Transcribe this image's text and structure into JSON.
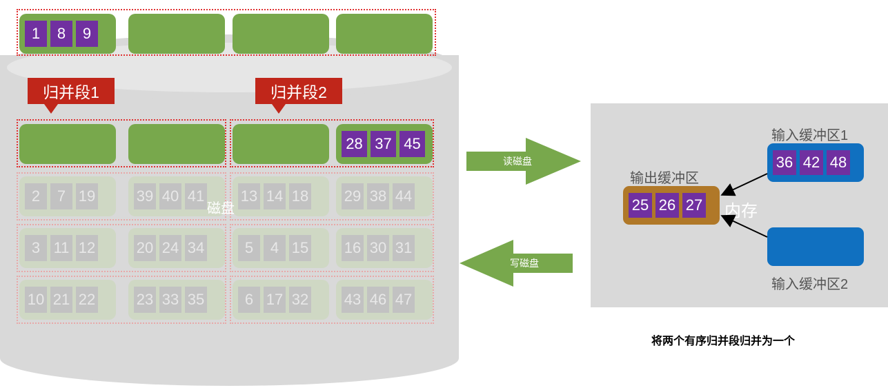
{
  "disk": {
    "label": "磁盘",
    "top_row": [
      [
        "1",
        "8",
        "9"
      ],
      [],
      [],
      []
    ],
    "segment_labels": [
      "归并段1",
      "归并段2"
    ],
    "segment_row": [
      [],
      [],
      [],
      [
        "28",
        "37",
        "45"
      ]
    ],
    "faded_rows": [
      [
        [
          "2",
          "7",
          "19"
        ],
        [
          "39",
          "40",
          "41"
        ],
        [
          "13",
          "14",
          "18"
        ],
        [
          "29",
          "38",
          "44"
        ]
      ],
      [
        [
          "3",
          "11",
          "12"
        ],
        [
          "20",
          "24",
          "34"
        ],
        [
          "5",
          "4",
          "15"
        ],
        [
          "16",
          "30",
          "31"
        ]
      ],
      [
        [
          "10",
          "21",
          "22"
        ],
        [
          "23",
          "33",
          "35"
        ],
        [
          "6",
          "17",
          "32"
        ],
        [
          "43",
          "46",
          "47"
        ]
      ]
    ]
  },
  "arrows": {
    "read": "读磁盘",
    "write": "写磁盘"
  },
  "memory": {
    "label": "内存",
    "output_buffer": {
      "label": "输出缓冲区",
      "values": [
        "25",
        "26",
        "27"
      ]
    },
    "input_buffer_1": {
      "label": "输入缓冲区1",
      "values": [
        "36",
        "42",
        "48"
      ]
    },
    "input_buffer_2": {
      "label": "输入缓冲区2",
      "values": []
    }
  },
  "caption": "将两个有序归并段归并为一个",
  "colors": {
    "block": "#78a84c",
    "cell": "#7030a0",
    "segment": "#c0261a",
    "buffer": "#1070c0",
    "output": "#b07828"
  }
}
